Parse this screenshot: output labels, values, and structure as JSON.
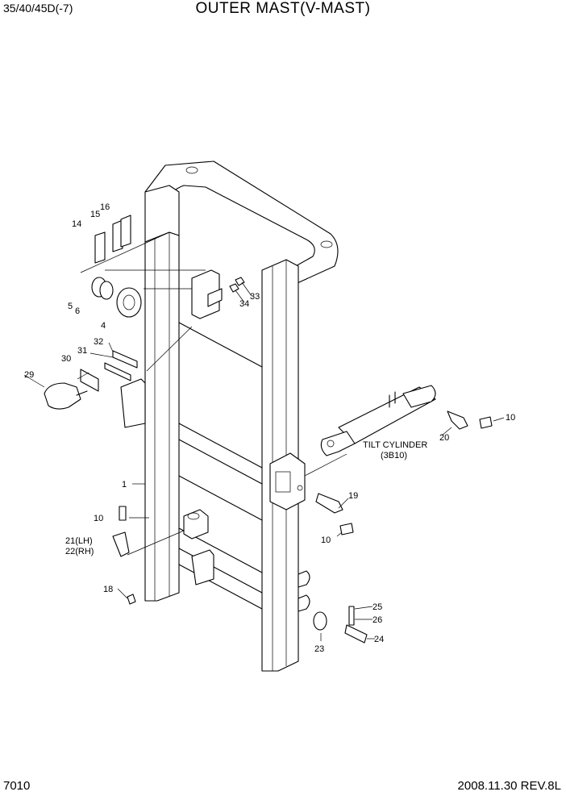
{
  "header": {
    "model": "35/40/45D(-7)",
    "title": "OUTER MAST(V-MAST)"
  },
  "footer": {
    "page_number": "7010",
    "revision": "2008.11.30  REV.8L"
  },
  "callouts": {
    "c1": "1",
    "c4": "4",
    "c5": "5",
    "c6": "6",
    "c10a": "10",
    "c10b": "10",
    "c10c": "10",
    "c14": "14",
    "c15": "15",
    "c16": "16",
    "c18": "18",
    "c19": "19",
    "c20": "20",
    "c21": "21(LH)",
    "c22": "22(RH)",
    "c23": "23",
    "c24": "24",
    "c25": "25",
    "c26": "26",
    "c29": "29",
    "c30": "30",
    "c31": "31",
    "c32": "32",
    "c33": "33",
    "c34": "34"
  },
  "annotations": {
    "tilt_cylinder": "TILT CYLINDER",
    "tilt_cylinder_ref": "(3B10)"
  }
}
